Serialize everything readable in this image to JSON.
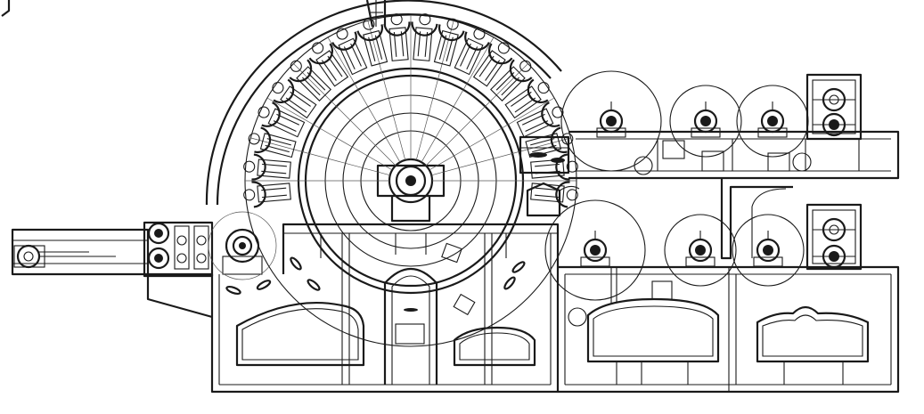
{
  "diagram": {
    "type": "technical line drawing",
    "line_color": "#1a1a1a",
    "background": "#ffffff",
    "labels": [],
    "components": {
      "cylinder_flats": 20,
      "small_rolls": 6,
      "web_rolls": 2,
      "feed_rollers": 2,
      "hoppers": 3
    }
  }
}
